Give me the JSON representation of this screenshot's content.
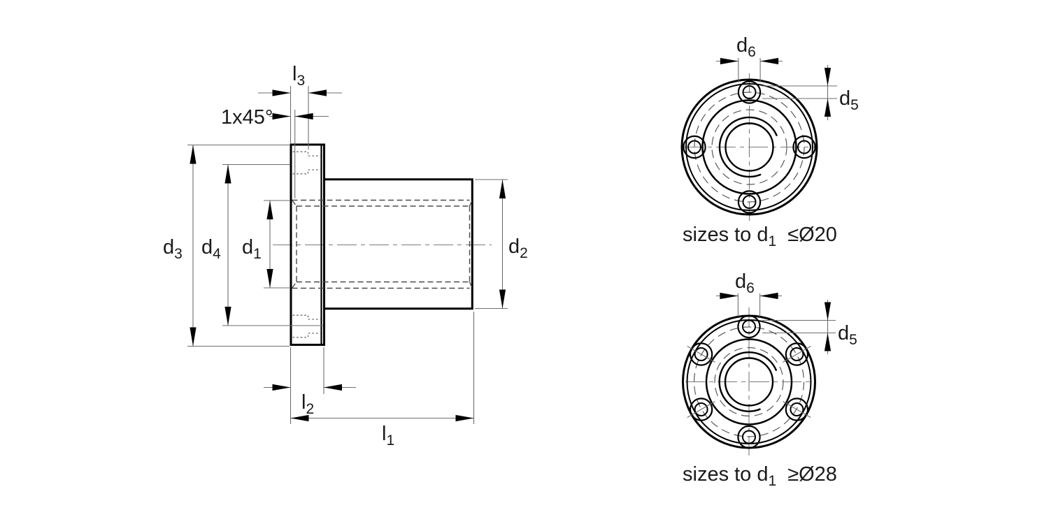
{
  "drawing": {
    "type": "technical-section-and-front-views",
    "colors": {
      "outline": "#000000",
      "dimension_lines": "#6e6e6e",
      "text": "#1a1a1a",
      "background": "#ffffff"
    },
    "side_view": {
      "labels": {
        "d3": {
          "base": "d",
          "sub": "3"
        },
        "d4": {
          "base": "d",
          "sub": "4"
        },
        "d1": {
          "base": "d",
          "sub": "1"
        },
        "d2": {
          "base": "d",
          "sub": "2"
        },
        "l3": {
          "base": "l",
          "sub": "3"
        },
        "l2": {
          "base": "l",
          "sub": "2"
        },
        "l1": {
          "base": "l",
          "sub": "1"
        },
        "chamfer": "1x45°"
      }
    },
    "front_view_small": {
      "hole_count": 4,
      "labels": {
        "d6": {
          "base": "d",
          "sub": "6"
        },
        "d5": {
          "base": "d",
          "sub": "5"
        }
      },
      "caption": {
        "prefix": "sizes to d",
        "sub": "1",
        "condition": "≤Ø20"
      }
    },
    "front_view_large": {
      "hole_count": 6,
      "labels": {
        "d6": {
          "base": "d",
          "sub": "6"
        },
        "d5": {
          "base": "d",
          "sub": "5"
        }
      },
      "caption": {
        "prefix": "sizes to d",
        "sub": "1",
        "condition": "≥Ø28"
      }
    }
  }
}
